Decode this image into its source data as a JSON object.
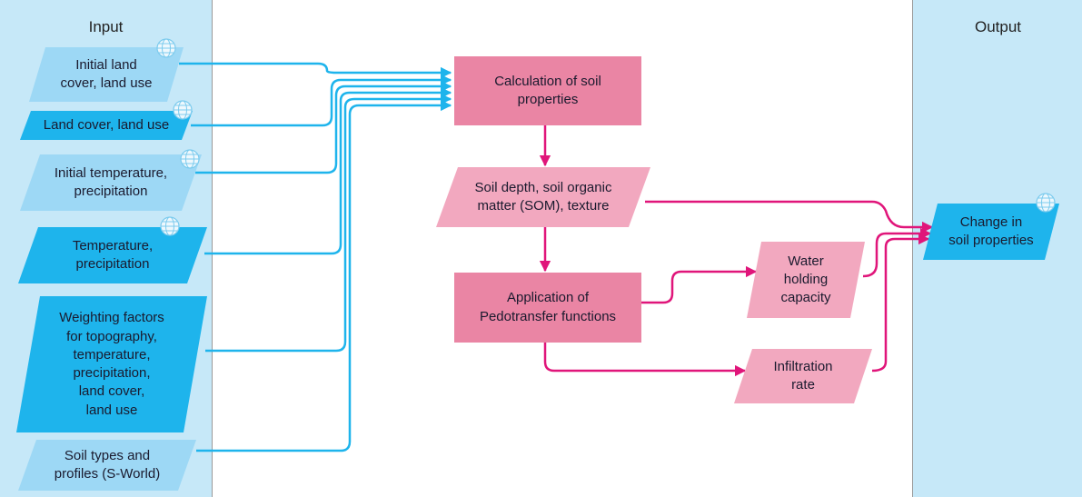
{
  "panels": {
    "input_title": "Input",
    "output_title": "Output"
  },
  "inputs": [
    {
      "label": "Initial land\ncover, land use",
      "style": "light"
    },
    {
      "label": "Land cover, land use",
      "style": "dark"
    },
    {
      "label": "Initial temperature,\nprecipitation",
      "style": "light"
    },
    {
      "label": "Temperature,\nprecipitation",
      "style": "dark"
    },
    {
      "label": "Weighting factors\nfor topography,\ntemperature,\nprecipitation,\nland cover,\nland use",
      "style": "dark"
    },
    {
      "label": "Soil types and\nprofiles (S-World)",
      "style": "light"
    }
  ],
  "process": {
    "calculation": "Calculation of soil\nproperties",
    "soil_params": "Soil depth, soil organic\nmatter (SOM), texture",
    "pedotransfer": "Application of\nPedotransfer functions",
    "water_holding": "Water\nholding\ncapacity",
    "infiltration": "Infiltration\nrate"
  },
  "output": {
    "label": "Change in\nsoil properties"
  },
  "colors": {
    "panel_bg": "#c6e8f8",
    "input_light": "#9dd8f5",
    "input_dark": "#1eb4ec",
    "process_dark": "#ea85a4",
    "process_light": "#f2a8bf",
    "blue_line": "#1eb4ec",
    "pink_line": "#e0157a"
  },
  "icons": {
    "dataset_marker": "globe-icon"
  }
}
